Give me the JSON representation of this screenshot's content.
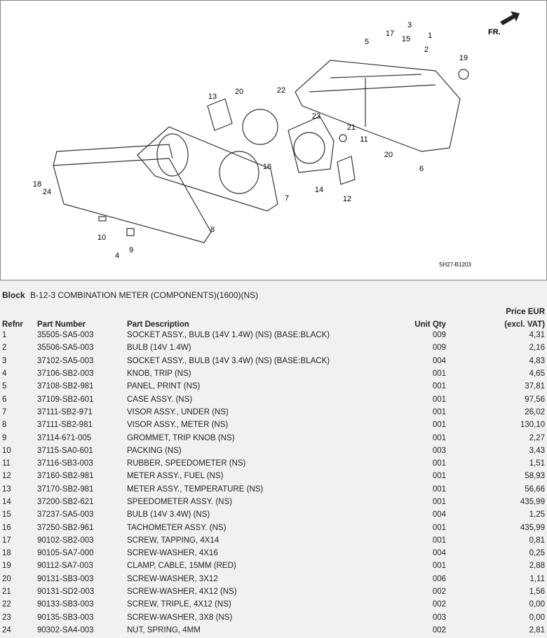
{
  "diagram": {
    "callouts": [
      "17",
      "3",
      "15",
      "1",
      "2",
      "5",
      "19",
      "20",
      "22",
      "13",
      "23",
      "21",
      "11",
      "20",
      "16",
      "6",
      "14",
      "12",
      "7",
      "8",
      "18",
      "24",
      "10",
      "4",
      "9"
    ],
    "direction_label": "FR.",
    "drawing_code": "SH27-B1203"
  },
  "block": {
    "label": "Block",
    "title": "B-12-3 COMBINATION METER (COMPONENTS)(1600)(NS)"
  },
  "table": {
    "headers": {
      "refnr": "Refnr",
      "part_number": "Part Number",
      "description": "Part Description",
      "qty": "Unit Qty",
      "price_line1": "Price EUR",
      "price_line2": "(excl. VAT)"
    },
    "rows": [
      [
        "1",
        "35505-SA5-003",
        "SOCKET ASSY., BULB (14V 1.4W) (NS) (BASE:BLACK)",
        "009",
        "4,31"
      ],
      [
        "2",
        "35506-SA5-003",
        "BULB (14V 1.4W)",
        "009",
        "2,16"
      ],
      [
        "3",
        "37102-SA5-003",
        "SOCKET ASSY., BULB (14V 3.4W) (NS) (BASE:BLACK)",
        "004",
        "4,83"
      ],
      [
        "4",
        "37106-SB2-003",
        "KNOB, TRIP (NS)",
        "001",
        "4,65"
      ],
      [
        "5",
        "37108-SB2-981",
        "PANEL, PRINT (NS)",
        "001",
        "37,81"
      ],
      [
        "6",
        "37109-SB2-601",
        "CASE ASSY. (NS)",
        "001",
        "97,56"
      ],
      [
        "7",
        "37111-SB2-971",
        "VISOR ASSY., UNDER (NS)",
        "001",
        "26,02"
      ],
      [
        "8",
        "37111-SB2-981",
        "VISOR ASSY., METER (NS)",
        "001",
        "130,10"
      ],
      [
        "9",
        "37114-671-005",
        "GROMMET, TRIP KNOB (NS)",
        "001",
        "2,27"
      ],
      [
        "10",
        "37115-SA0-601",
        "PACKING (NS)",
        "003",
        "3,43"
      ],
      [
        "11",
        "37116-SB3-003",
        "RUBBER, SPEEDOMETER (NS)",
        "001",
        "1,51"
      ],
      [
        "12",
        "37160-SB2-981",
        "METER ASSY., FUEL (NS)",
        "001",
        "58,93"
      ],
      [
        "13",
        "37170-SB2-981",
        "METER ASSY., TEMPERATURE (NS)",
        "001",
        "56,66"
      ],
      [
        "14",
        "37200-SB2-621",
        "SPEEDOMETER ASSY. (NS)",
        "001",
        "435,99"
      ],
      [
        "15",
        "37237-SA5-003",
        "BULB (14V 3.4W) (NS)",
        "004",
        "1,25"
      ],
      [
        "16",
        "37250-SB2-961",
        "TACHOMETER ASSY. (NS)",
        "001",
        "435,99"
      ],
      [
        "17",
        "90102-SB2-003",
        "SCREW, TAPPING, 4X14",
        "001",
        "0,81"
      ],
      [
        "18",
        "90105-SA7-000",
        "SCREW-WASHER, 4X16",
        "004",
        "0,25"
      ],
      [
        "19",
        "90112-SA7-003",
        "CLAMP, CABLE, 15MM (RED)",
        "001",
        "2,88"
      ],
      [
        "20",
        "90131-SB3-003",
        "SCREW-WASHER, 3X12",
        "006",
        "1,11"
      ],
      [
        "21",
        "90131-SD2-003",
        "SCREW-WASHER, 4X12 (NS)",
        "002",
        "1,56"
      ],
      [
        "22",
        "90133-SB3-003",
        "SCREW, TRIPLE, 4X12 (NS)",
        "002",
        "0,00"
      ],
      [
        "23",
        "90135-SB3-003",
        "SCREW-WASHER, 3X8 (NS)",
        "003",
        "0,00"
      ],
      [
        "24",
        "90302-SA4-003",
        "NUT, SPRING, 4MM",
        "002",
        "2,81"
      ]
    ]
  }
}
